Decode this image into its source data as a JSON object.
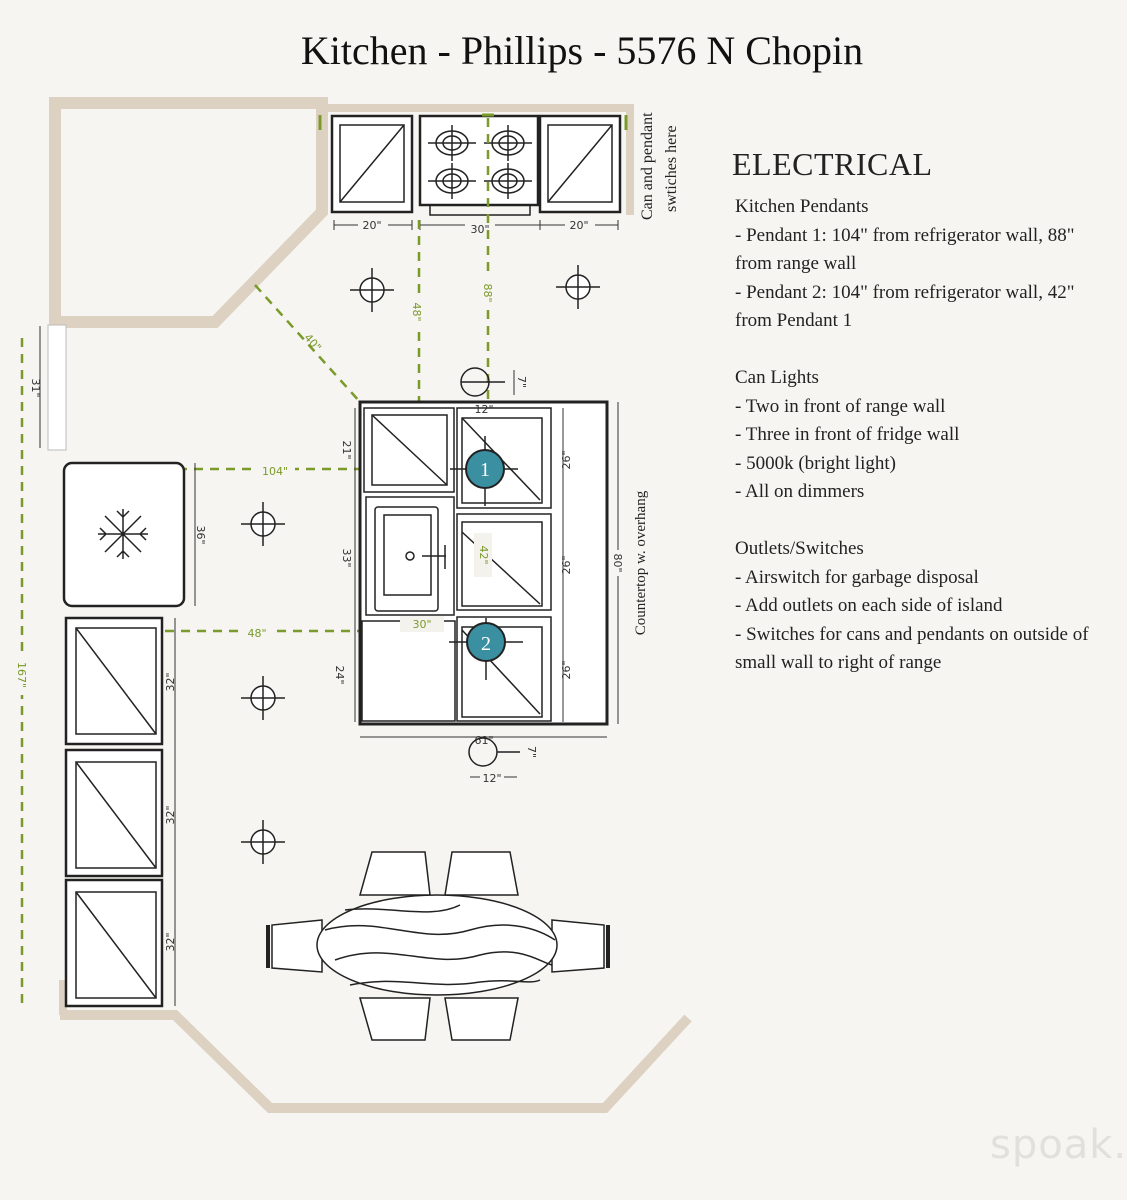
{
  "title": "Kitchen - Phillips - 5576 N Chopin",
  "electrical": {
    "heading": "ELECTRICAL",
    "sections": [
      {
        "heading": "Kitchen Pendants",
        "items": [
          "- Pendant 1: 104\" from refrigerator wall, 88\" from range wall",
          "- Pendant 2: 104\" from refrigerator wall, 42\" from Pendant 1"
        ]
      },
      {
        "heading": "Can Lights",
        "items": [
          "- Two in front of range wall",
          "- Three in front of fridge wall",
          "- 5000k (bright light)",
          "- All on dimmers"
        ]
      },
      {
        "heading": "Outlets/Switches",
        "items": [
          "- Airswitch for garbage disposal",
          "- Add outlets on each side of island",
          "- Switches for cans and pendants on outside of small wall to right of range"
        ]
      }
    ]
  },
  "plan": {
    "switch_note_line1": "Can and pendant",
    "switch_note_line2": "swtiches here",
    "countertop_label": "Countertop w. overhang",
    "pendant_1": "1",
    "pendant_2": "2",
    "dims": {
      "range_left": "20\"",
      "range": "30\"",
      "range_right": "20\"",
      "to_island": "48\"",
      "pendant_range": "88\"",
      "diag": "40\"",
      "top_offset": "7\"",
      "top_width": "12\"",
      "isl_21": "21\"",
      "isl_33": "33\"",
      "isl_24": "24\"",
      "isl_26a": "26\"",
      "isl_26b": "26\"",
      "isl_26c": "26\"",
      "isl_80": "80\"",
      "isl_61": "61\"",
      "bot_offset": "7\"",
      "bot_width": "12\"",
      "fridge_pendant": "104\"",
      "fridge": "36\"",
      "cab_island": "48\"",
      "sink_30": "30\"",
      "pend_42": "42\"",
      "window": "31\"",
      "wall": "167\"",
      "cab1": "32\"",
      "cab2": "32\"",
      "cab3": "32\""
    },
    "colors": {
      "wall": "#ddd2c2",
      "dimension": "#7a9a2a",
      "pendant": "#3a8fa0"
    }
  },
  "watermark": "spoak."
}
